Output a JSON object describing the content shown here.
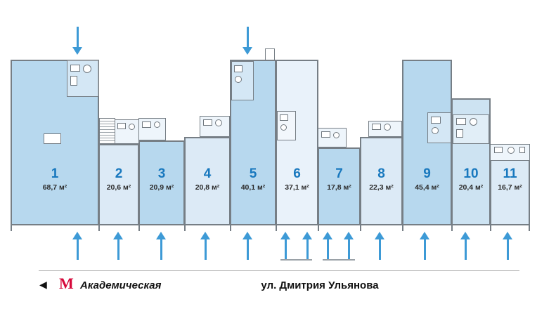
{
  "plan": {
    "units": [
      {
        "number": "1",
        "area": "68,7 м²"
      },
      {
        "number": "2",
        "area": "20,6 м²"
      },
      {
        "number": "3",
        "area": "20,9 м²"
      },
      {
        "number": "4",
        "area": "20,8 м²"
      },
      {
        "number": "5",
        "area": "40,1 м²"
      },
      {
        "number": "6",
        "area": "37,1 м²"
      },
      {
        "number": "7",
        "area": "17,8 м²"
      },
      {
        "number": "8",
        "area": "22,3 м²"
      },
      {
        "number": "9",
        "area": "45,4 м²"
      },
      {
        "number": "10",
        "area": "20,4 м²"
      },
      {
        "number": "11",
        "area": "16,7 м²"
      }
    ]
  },
  "footer": {
    "back_arrow": "◀",
    "metro_symbol": "М",
    "metro_station": "Академическая",
    "street": "ул. Дмитрия Ульянова"
  },
  "colors": {
    "unit_dark": "#b7d8ee",
    "unit_light": "#dceaf6",
    "unit_xlight": "#e9f2fa",
    "unit_mid": "#cde3f2",
    "accent_blue": "#1878be",
    "arrow_blue": "#3d9ad6",
    "metro_red": "#d6093b"
  }
}
